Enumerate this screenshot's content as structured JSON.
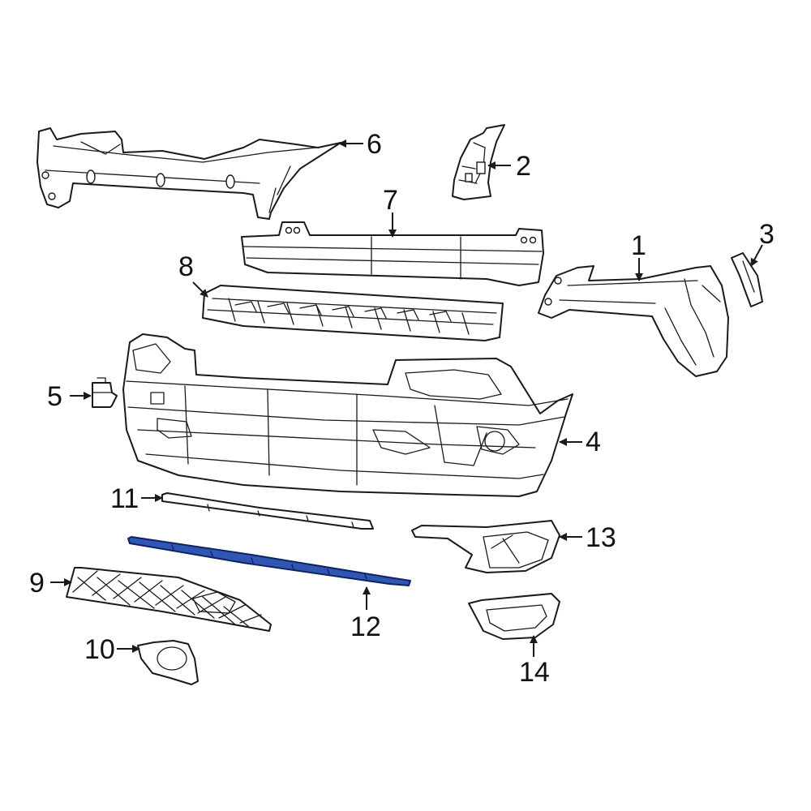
{
  "colors": {
    "line": "#1a1a1a",
    "highlight_fill": "#2f56b0",
    "highlight_stroke": "#0e2366",
    "background": "#ffffff"
  },
  "highlighted_part": "12",
  "callouts": [
    {
      "label": "1"
    },
    {
      "label": "2"
    },
    {
      "label": "3"
    },
    {
      "label": "4"
    },
    {
      "label": "5"
    },
    {
      "label": "6"
    },
    {
      "label": "7"
    },
    {
      "label": "8"
    },
    {
      "label": "9"
    },
    {
      "label": "10"
    },
    {
      "label": "11"
    },
    {
      "label": "12"
    },
    {
      "label": "13"
    },
    {
      "label": "14"
    }
  ]
}
